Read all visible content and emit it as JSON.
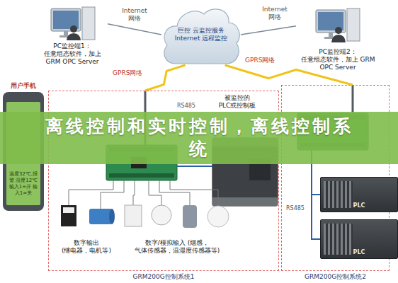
{
  "diagram": {
    "title": "离线控制和实时控制，离线控制系统",
    "nodes": [
      {
        "text": [
          "PC监控端1： 任意组态软件，加上 GRM OPC Server"
        ]
      },
      {
        "text": [
          "巨控 云监控服务 Internet 远程监控"
        ]
      },
      {
        "text": [
          "PC监控端2： 任意组态软件，加上 GRM OPC Server"
        ]
      },
      {
        "text": [
          "用户手机",
          "温度32℃,报警 湿度12℃ 输入1=开 输入1=关"
        ]
      },
      {
        "text": [
          "GRM200G控制系统1"
        ]
      },
      {
        "text": [
          "GRM200G控制系统2"
        ]
      },
      {
        "text": [
          "PLC"
        ],
        "in": 5
      },
      {
        "text": [
          "PLC"
        ],
        "in": 5
      }
    ],
    "edges": [
      {
        "from": 0,
        "to": 1,
        "arrow": "none",
        "label": "Internet 网络"
      },
      {
        "from": 2,
        "to": 1,
        "arrow": "none",
        "label": "Internet 网络"
      },
      {
        "from": 1,
        "to": 4,
        "arrow": "none",
        "label": "GPRS网络"
      },
      {
        "from": 1,
        "to": 5,
        "arrow": "none",
        "label": "GPRS网络"
      }
    ],
    "labels": [
      "被监控的 PLC或控制板",
      "RS485",
      "RS485",
      "数字输出 (继电器，电机等)",
      "数字/模拟输入 (烟感，气体传感器，温湿度传感器等)"
    ]
  }
}
